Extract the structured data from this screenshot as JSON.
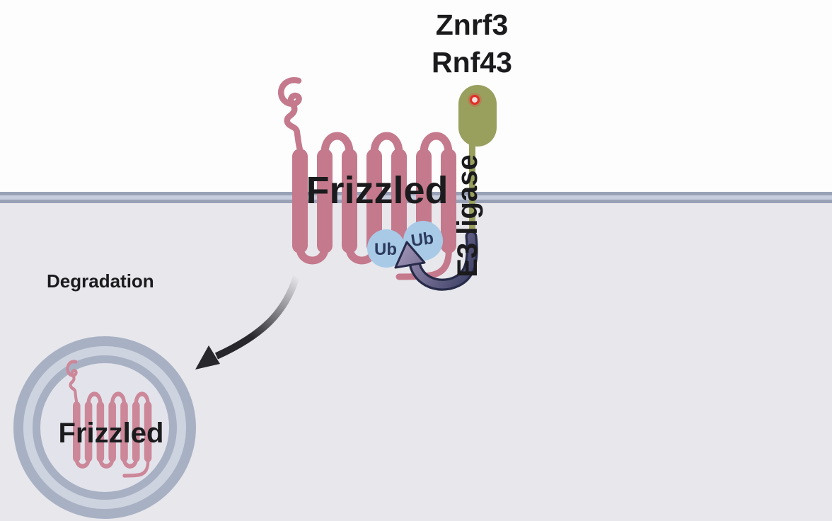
{
  "diagram": {
    "title_lines": {
      "0": "Znrf3",
      "1": "Rnf43"
    },
    "receptor_label": "Frizzled",
    "e3_ligase_label": "E3 ligase",
    "ubiquitin_left_label": "Ub",
    "ubiquitin_right_label": "Ub",
    "degradation_label": "Degradation",
    "vesicle_receptor_label": "Frizzled",
    "colors": {
      "receptor_pink": "#c5798c",
      "vesicle_receptor_pink": "#cc8799",
      "e3_ligase_olive": "#99a05e",
      "ring_domain_red": "#e03028",
      "ubiquitin_blue": "#a8cae7",
      "ubiquitin_text_navy": "#2b3a5e",
      "membrane_line": "#98a1b6",
      "membrane_fill": "#c6cddc",
      "extracellular_bg": "#fdfdfe",
      "cytoplasm_bg": "#e7e7ec",
      "vesicle_ring": "#a8b1c3",
      "vesicle_ring_gap": "#cdd3df",
      "vesicle_lumen": "#e3e4eb",
      "arrow_black": "#28282c",
      "arrow_purple_dark": "#3a3d63",
      "arrow_purple_light": "#9c90b3",
      "label_black": "#1b1b1d"
    }
  }
}
